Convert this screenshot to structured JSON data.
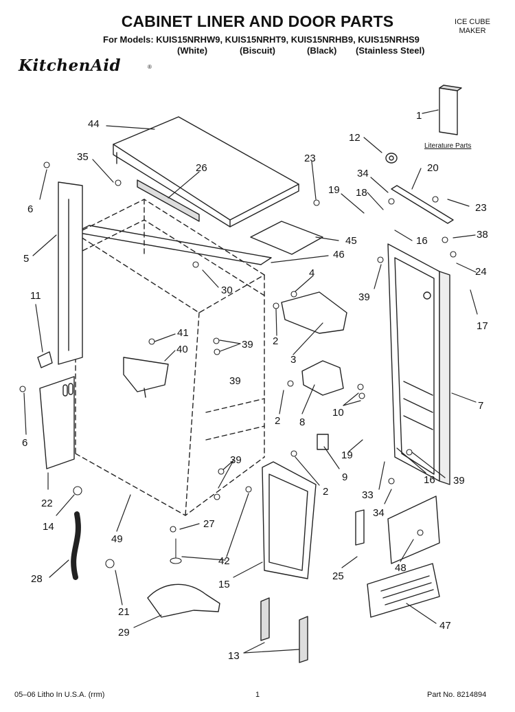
{
  "header": {
    "title": "CABINET LINER AND DOOR PARTS",
    "models_line": "For Models: KUIS15NRHW9, KUIS15NRHT9, KUIS15NRHB9, KUIS15NRHS9",
    "colors": [
      "(White)",
      "(Biscuit)",
      "(Black)",
      "(Stainless Steel)"
    ],
    "product_type_line1": "ICE CUBE",
    "product_type_line2": "MAKER",
    "brand": "KitchenAid",
    "brand_mark": "®"
  },
  "literature_parts_label": "Literature Parts",
  "callouts": [
    "44",
    "35",
    "26",
    "23",
    "12",
    "1",
    "34",
    "20",
    "6",
    "19",
    "18",
    "23",
    "38",
    "45",
    "16",
    "5",
    "46",
    "30",
    "39",
    "24",
    "4",
    "11",
    "39",
    "17",
    "41",
    "39",
    "2",
    "40",
    "3",
    "7",
    "8",
    "2",
    "10",
    "6",
    "39",
    "9",
    "19",
    "16",
    "39",
    "22",
    "2",
    "33",
    "14",
    "49",
    "27",
    "34",
    "42",
    "25",
    "48",
    "28",
    "15",
    "21",
    "29",
    "47",
    "13"
  ],
  "footer": {
    "litho": "05–06 Litho In U.S.A. (rrm)",
    "page": "1",
    "part_no": "Part No. 8214894"
  },
  "colors_used": {
    "line": "#222222",
    "background": "#ffffff"
  }
}
